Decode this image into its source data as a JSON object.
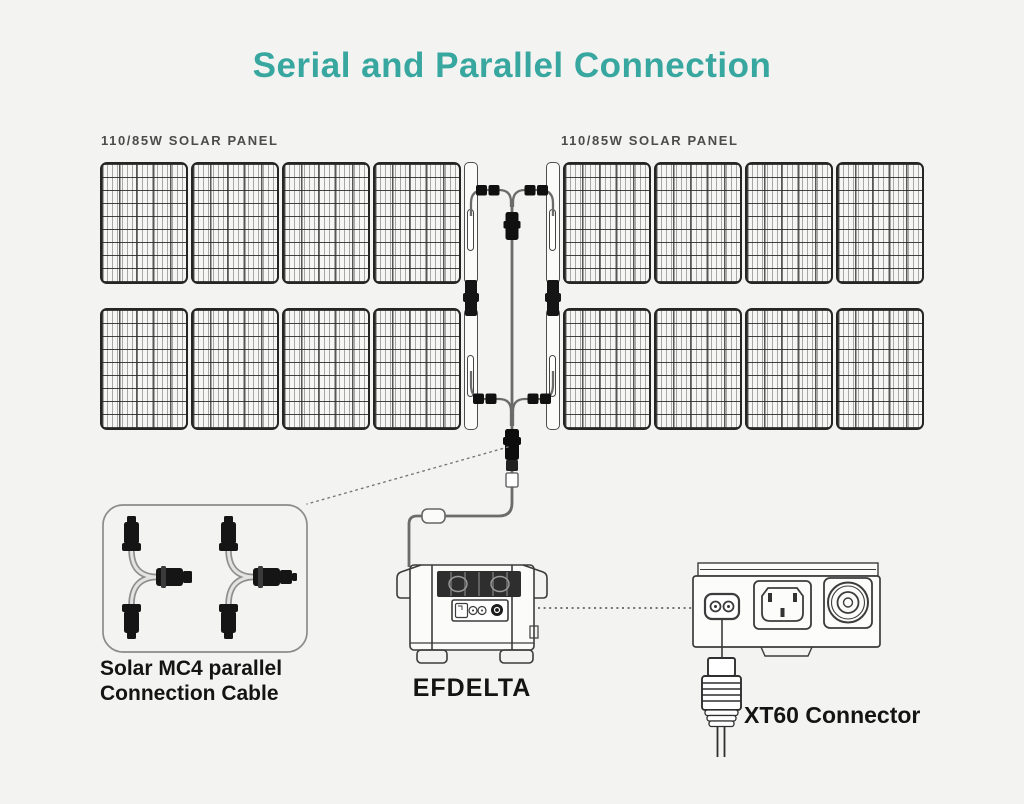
{
  "title": "Serial and Parallel Connection",
  "theme": {
    "accent_teal": "#38a7a0",
    "background": "#f3f3f1",
    "line_color": "#3c3c3c",
    "connector_black": "#111111"
  },
  "solar": {
    "left_label": "110/85W SOLAR PANEL",
    "right_label": "110/85W SOLAR PANEL",
    "arrays": 2,
    "rows_per_array": 2,
    "panels_per_row": 4
  },
  "cable_inset": {
    "label_line1": "Solar MC4 parallel",
    "label_line2": "Connection Cable",
    "cables_shown": 2
  },
  "power_station": {
    "label": "EFDELTA"
  },
  "xt60": {
    "label": "XT60 Connector"
  },
  "icons": {
    "mc4_connector": "black paired plug blocks",
    "serial_link": "black vertical link bar",
    "ferrite_bead": "white rounded sleeve",
    "xt60_socket": "rounded rect with two pin holes",
    "ac_inlet": "C14 socket with three prongs",
    "dc_round_port": "concentric circle port"
  }
}
